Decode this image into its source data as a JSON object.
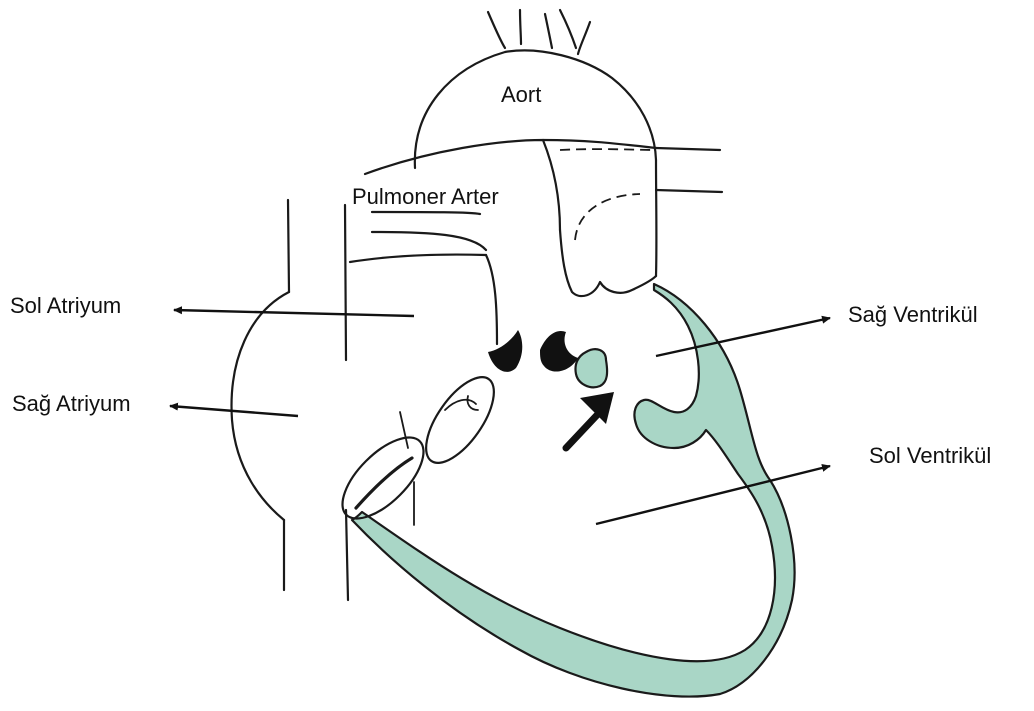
{
  "colors": {
    "muscle": "#a9d6c6",
    "line": "#1a1a1a",
    "background": "#ffffff"
  },
  "labels": {
    "aorta": "Aort",
    "pulmonary_artery": "Pulmoner Arter",
    "left_atrium": "Sol Atriyum",
    "right_atrium": "Sağ Atriyum",
    "right_ventricle": "Sağ Ventrikül",
    "left_ventricle": "Sol Ventrikül"
  }
}
